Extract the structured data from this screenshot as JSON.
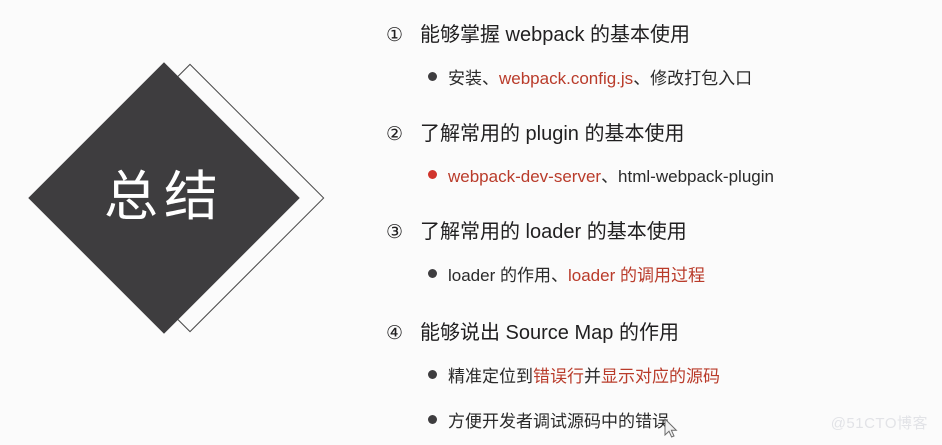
{
  "slide": {
    "background_color": "#fbfbfb",
    "badge": {
      "label": "总结",
      "fill_color": "#3e3d3f",
      "outline_color": "#4a4a4a",
      "text_color": "#ffffff"
    },
    "accent_color": "#b93b2a",
    "bullet_color": "#3e3d3f",
    "bullet_accent_color": "#d0342c",
    "items": [
      {
        "number": "①",
        "title": "能够掌握 webpack 的基本使用",
        "subs": [
          {
            "bullet_style": "dark",
            "parts": [
              {
                "text": "安装、",
                "highlight": false
              },
              {
                "text": "webpack.config.js",
                "highlight": true
              },
              {
                "text": "、修改打包入口",
                "highlight": false
              }
            ]
          }
        ]
      },
      {
        "number": "②",
        "title": "了解常用的 plugin 的基本使用",
        "subs": [
          {
            "bullet_style": "red",
            "parts": [
              {
                "text": "webpack-dev-server",
                "highlight": true
              },
              {
                "text": "、html-webpack-plugin",
                "highlight": false
              }
            ]
          }
        ]
      },
      {
        "number": "③",
        "title": "了解常用的 loader 的基本使用",
        "subs": [
          {
            "bullet_style": "dark",
            "parts": [
              {
                "text": "loader 的作用、",
                "highlight": false
              },
              {
                "text": "loader 的调用过程",
                "highlight": true
              }
            ]
          }
        ]
      },
      {
        "number": "④",
        "title": "能够说出 Source Map 的作用",
        "subs": [
          {
            "bullet_style": "dark",
            "parts": [
              {
                "text": "精准定位到",
                "highlight": false
              },
              {
                "text": "错误行",
                "highlight": true
              },
              {
                "text": "并",
                "highlight": false
              },
              {
                "text": "显示对应的源码",
                "highlight": true
              }
            ]
          },
          {
            "bullet_style": "dark",
            "parts": [
              {
                "text": "方便开发者调试源码中的错误",
                "highlight": false
              }
            ]
          }
        ]
      }
    ]
  },
  "watermark": {
    "text": "@51CTO博客"
  },
  "cursor": {
    "icon": "mouse-pointer-icon"
  }
}
